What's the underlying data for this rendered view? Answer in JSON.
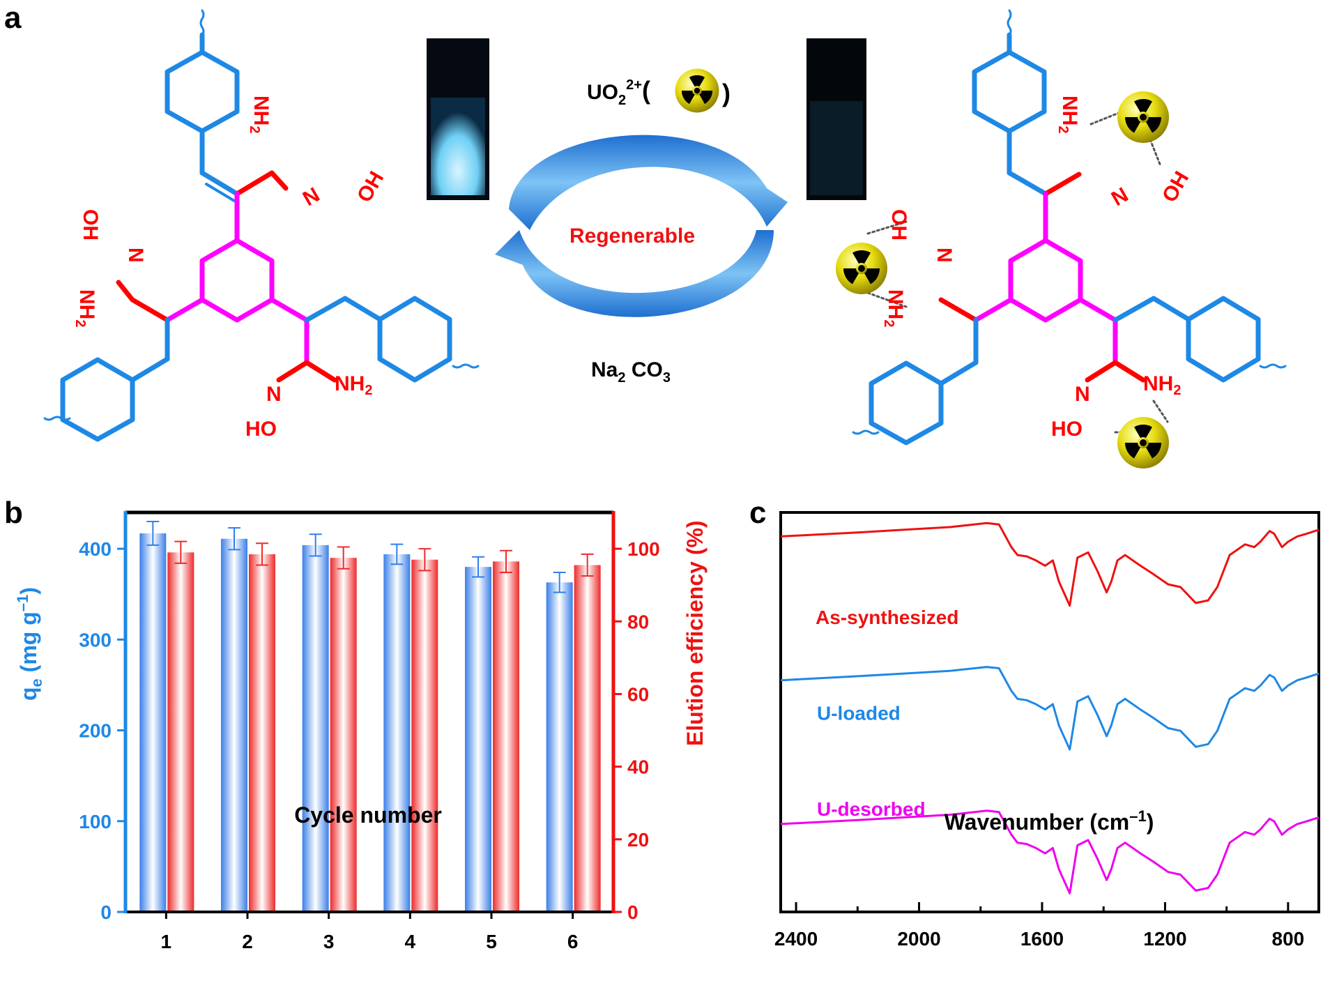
{
  "panels": {
    "a": "a",
    "b": "b",
    "c": "c"
  },
  "scheme": {
    "ion_label": "UO",
    "ion_sub": "2",
    "ion_sup": "2+",
    "paren_open": "(",
    "paren_close": ")",
    "center_label": "Regenerable",
    "reagent_main": "Na",
    "reagent_sub": "2",
    "reagent_rest": " CO",
    "reagent_sub2": "3",
    "group_labels": {
      "nh2": "NH",
      "nh2_sub": "2",
      "n": "N",
      "ho": "HO",
      "oh": "OH"
    },
    "colors": {
      "backbone": "#1e88e5",
      "linker": "#ff00ff",
      "amidoxime": "#ff0000",
      "uranium": "#e6d800"
    }
  },
  "chart_data": [
    {
      "type": "bar",
      "panel": "b",
      "categories": [
        "1",
        "2",
        "3",
        "4",
        "5",
        "6"
      ],
      "series": [
        {
          "axis": "left",
          "color": "#2f7ff0",
          "values": [
            417,
            411,
            404,
            394,
            380,
            363
          ],
          "errors": [
            13,
            12,
            12,
            11,
            11,
            11
          ]
        },
        {
          "axis": "right",
          "color": "#ee2a2a",
          "values": [
            99,
            98.5,
            97.5,
            97,
            96.5,
            95.5
          ],
          "errors": [
            3,
            3,
            3,
            3,
            3,
            3
          ]
        }
      ],
      "xlabel": "Cycle number",
      "ylabel_left_main": "q",
      "ylabel_left_sub": "e",
      "ylabel_left_rest": " (mg g",
      "ylabel_left_sup": "–1",
      "ylabel_left_close": ")",
      "ylabel_right": "Elution efficiency (%)",
      "ylim_left": [
        0,
        440
      ],
      "ylim_right": [
        0,
        110
      ],
      "yticks_left": [
        "0",
        "100",
        "200",
        "300",
        "400"
      ],
      "yticks_right": [
        "0",
        "20",
        "40",
        "60",
        "80",
        "100"
      ],
      "colors": {
        "left_axis": "#1e88e5",
        "right_axis": "#ee1111"
      }
    },
    {
      "type": "line",
      "panel": "c",
      "xlabel_main": "Wavenumber (cm",
      "xlabel_sup": "–1",
      "xlabel_close": ")",
      "xlim": [
        2450,
        700
      ],
      "xticks": [
        "2400",
        "2000",
        "1600",
        "1200",
        "800"
      ],
      "yticks_shown": false,
      "series": [
        {
          "name": "As-synthesized",
          "color": "#ee1111",
          "offset": 0.36
        },
        {
          "name": "U-loaded",
          "color": "#1e88e5",
          "offset": 0.0
        },
        {
          "name": "U-desorbed",
          "color": "#ee00ee",
          "offset": -0.36
        }
      ],
      "x": [
        2450,
        2200,
        1900,
        1780,
        1740,
        1700,
        1680,
        1650,
        1620,
        1590,
        1565,
        1545,
        1510,
        1485,
        1450,
        1420,
        1390,
        1375,
        1355,
        1330,
        1280,
        1240,
        1190,
        1150,
        1100,
        1060,
        1030,
        990,
        940,
        910,
        890,
        860,
        845,
        820,
        800,
        770,
        740,
        700
      ],
      "y_base": [
        0.74,
        0.77,
        0.81,
        0.84,
        0.83,
        0.66,
        0.6,
        0.59,
        0.56,
        0.52,
        0.56,
        0.4,
        0.22,
        0.58,
        0.62,
        0.48,
        0.32,
        0.4,
        0.56,
        0.6,
        0.52,
        0.46,
        0.38,
        0.36,
        0.24,
        0.26,
        0.36,
        0.6,
        0.68,
        0.66,
        0.7,
        0.78,
        0.76,
        0.66,
        0.7,
        0.74,
        0.76,
        0.79
      ]
    }
  ]
}
